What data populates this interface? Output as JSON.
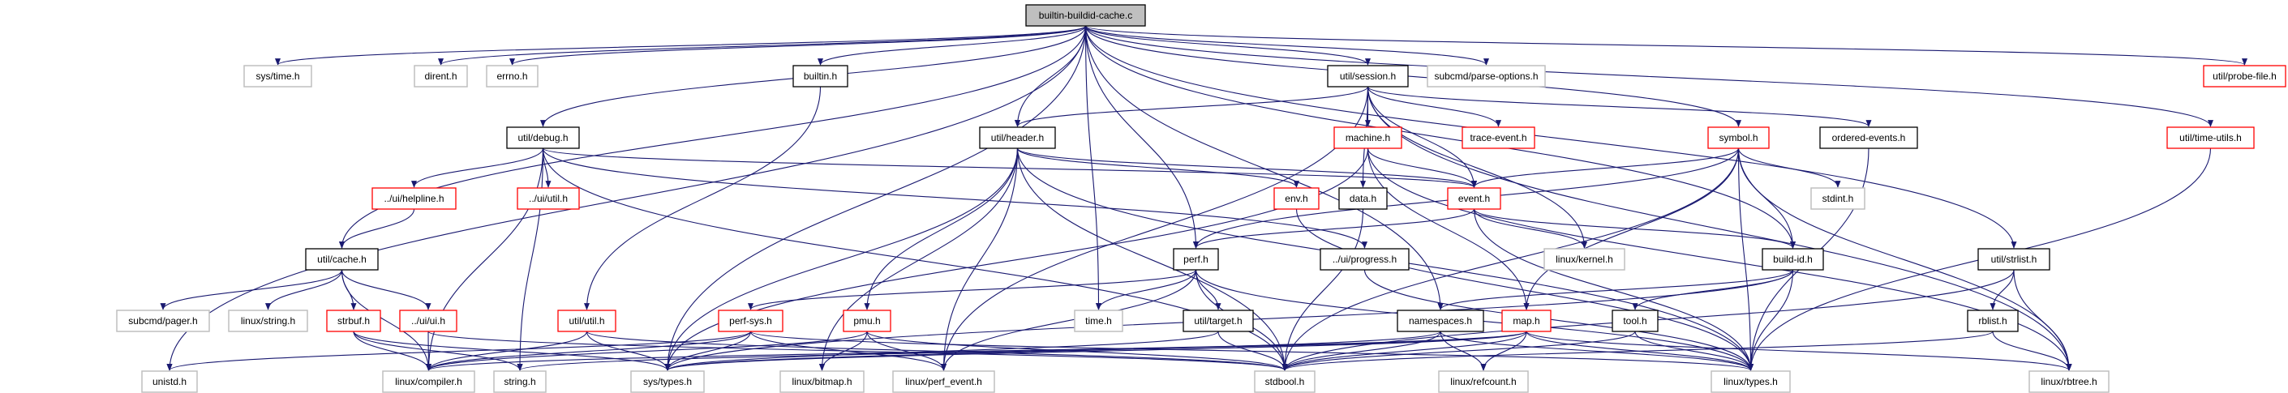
{
  "graph": {
    "root": "builtin-buildid-cache.c",
    "colors": {
      "edge": "#191970",
      "root_fill": "#bfbfbf",
      "documented": "#000000",
      "truncated": "#ff0000",
      "external": "#bfbfbf"
    },
    "nodes": [
      {
        "id": "builtin-buildid-cache.c",
        "style": "root"
      },
      {
        "id": "sys/time.h",
        "style": "external"
      },
      {
        "id": "dirent.h",
        "style": "external"
      },
      {
        "id": "errno.h",
        "style": "external"
      },
      {
        "id": "builtin.h",
        "style": "documented"
      },
      {
        "id": "util/session.h",
        "style": "documented"
      },
      {
        "id": "subcmd/parse-options.h",
        "style": "external"
      },
      {
        "id": "util/probe-file.h",
        "style": "truncated"
      },
      {
        "id": "util/debug.h",
        "style": "documented"
      },
      {
        "id": "util/header.h",
        "style": "documented"
      },
      {
        "id": "machine.h",
        "style": "truncated"
      },
      {
        "id": "trace-event.h",
        "style": "truncated"
      },
      {
        "id": "symbol.h",
        "style": "truncated"
      },
      {
        "id": "ordered-events.h",
        "style": "documented"
      },
      {
        "id": "util/time-utils.h",
        "style": "truncated"
      },
      {
        "id": "../ui/helpline.h",
        "style": "truncated"
      },
      {
        "id": "../ui/util.h",
        "style": "truncated"
      },
      {
        "id": "env.h",
        "style": "truncated"
      },
      {
        "id": "data.h",
        "style": "documented"
      },
      {
        "id": "event.h",
        "style": "truncated"
      },
      {
        "id": "stdint.h",
        "style": "external"
      },
      {
        "id": "util/cache.h",
        "style": "documented"
      },
      {
        "id": "perf.h",
        "style": "documented"
      },
      {
        "id": "../ui/progress.h",
        "style": "documented"
      },
      {
        "id": "linux/kernel.h",
        "style": "external"
      },
      {
        "id": "build-id.h",
        "style": "documented"
      },
      {
        "id": "util/strlist.h",
        "style": "documented"
      },
      {
        "id": "subcmd/pager.h",
        "style": "external"
      },
      {
        "id": "linux/string.h",
        "style": "external"
      },
      {
        "id": "strbuf.h",
        "style": "truncated"
      },
      {
        "id": "../ui/ui.h",
        "style": "truncated"
      },
      {
        "id": "util/util.h",
        "style": "truncated"
      },
      {
        "id": "perf-sys.h",
        "style": "truncated"
      },
      {
        "id": "pmu.h",
        "style": "truncated"
      },
      {
        "id": "time.h",
        "style": "external"
      },
      {
        "id": "util/target.h",
        "style": "documented"
      },
      {
        "id": "namespaces.h",
        "style": "documented"
      },
      {
        "id": "map.h",
        "style": "truncated"
      },
      {
        "id": "tool.h",
        "style": "documented"
      },
      {
        "id": "rblist.h",
        "style": "documented"
      },
      {
        "id": "unistd.h",
        "style": "external"
      },
      {
        "id": "linux/compiler.h",
        "style": "external"
      },
      {
        "id": "string.h",
        "style": "external"
      },
      {
        "id": "sys/types.h",
        "style": "external"
      },
      {
        "id": "linux/bitmap.h",
        "style": "external"
      },
      {
        "id": "linux/perf_event.h",
        "style": "external"
      },
      {
        "id": "stdbool.h",
        "style": "external"
      },
      {
        "id": "linux/refcount.h",
        "style": "external"
      },
      {
        "id": "linux/types.h",
        "style": "external"
      },
      {
        "id": "linux/rbtree.h",
        "style": "external"
      }
    ],
    "edges": [
      [
        "builtin-buildid-cache.c",
        "sys/time.h"
      ],
      [
        "builtin-buildid-cache.c",
        "dirent.h"
      ],
      [
        "builtin-buildid-cache.c",
        "errno.h"
      ],
      [
        "builtin-buildid-cache.c",
        "unistd.h"
      ],
      [
        "builtin-buildid-cache.c",
        "util/debug.h"
      ],
      [
        "builtin-buildid-cache.c",
        "util/cache.h"
      ],
      [
        "builtin-buildid-cache.c",
        "builtin.h"
      ],
      [
        "builtin-buildid-cache.c",
        "util/header.h"
      ],
      [
        "builtin-buildid-cache.c",
        "time.h"
      ],
      [
        "builtin-buildid-cache.c",
        "perf.h"
      ],
      [
        "builtin-buildid-cache.c",
        "sys/types.h"
      ],
      [
        "builtin-buildid-cache.c",
        "namespaces.h"
      ],
      [
        "builtin-buildid-cache.c",
        "util/session.h"
      ],
      [
        "builtin-buildid-cache.c",
        "subcmd/parse-options.h"
      ],
      [
        "builtin-buildid-cache.c",
        "symbol.h"
      ],
      [
        "builtin-buildid-cache.c",
        "build-id.h"
      ],
      [
        "builtin-buildid-cache.c",
        "util/strlist.h"
      ],
      [
        "builtin-buildid-cache.c",
        "util/time-utils.h"
      ],
      [
        "builtin-buildid-cache.c",
        "util/probe-file.h"
      ],
      [
        "builtin.h",
        "util/util.h"
      ],
      [
        "util/session.h",
        "util/header.h"
      ],
      [
        "util/session.h",
        "machine.h"
      ],
      [
        "util/session.h",
        "trace-event.h"
      ],
      [
        "util/session.h",
        "event.h"
      ],
      [
        "util/session.h",
        "data.h"
      ],
      [
        "util/session.h",
        "ordered-events.h"
      ],
      [
        "util/session.h",
        "linux/kernel.h"
      ],
      [
        "util/session.h",
        "linux/rbtree.h"
      ],
      [
        "util/session.h",
        "linux/perf_event.h"
      ],
      [
        "util/debug.h",
        "../ui/helpline.h"
      ],
      [
        "util/debug.h",
        "../ui/util.h"
      ],
      [
        "util/debug.h",
        "string.h"
      ],
      [
        "util/debug.h",
        "linux/compiler.h"
      ],
      [
        "util/debug.h",
        "event.h"
      ],
      [
        "util/debug.h",
        "../ui/progress.h"
      ],
      [
        "util/debug.h",
        "stdbool.h"
      ],
      [
        "../ui/helpline.h",
        "util/cache.h"
      ],
      [
        "util/cache.h",
        "subcmd/pager.h"
      ],
      [
        "util/cache.h",
        "linux/string.h"
      ],
      [
        "util/cache.h",
        "strbuf.h"
      ],
      [
        "util/cache.h",
        "../ui/ui.h"
      ],
      [
        "util/cache.h",
        "linux/compiler.h"
      ],
      [
        "strbuf.h",
        "linux/compiler.h"
      ],
      [
        "strbuf.h",
        "string.h"
      ],
      [
        "strbuf.h",
        "sys/types.h"
      ],
      [
        "../ui/ui.h",
        "linux/compiler.h"
      ],
      [
        "../ui/ui.h",
        "stdbool.h"
      ],
      [
        "util/util.h",
        "linux/compiler.h"
      ],
      [
        "util/util.h",
        "sys/types.h"
      ],
      [
        "util/util.h",
        "stdbool.h"
      ],
      [
        "util/header.h",
        "env.h"
      ],
      [
        "util/header.h",
        "event.h"
      ],
      [
        "util/header.h",
        "linux/types.h"
      ],
      [
        "util/header.h",
        "sys/types.h"
      ],
      [
        "util/header.h",
        "linux/bitmap.h"
      ],
      [
        "util/header.h",
        "pmu.h"
      ],
      [
        "util/header.h",
        "linux/perf_event.h"
      ],
      [
        "util/header.h",
        "stdbool.h"
      ],
      [
        "machine.h",
        "sys/types.h"
      ],
      [
        "machine.h",
        "event.h"
      ],
      [
        "machine.h",
        "map.h"
      ],
      [
        "machine.h",
        "linux/rbtree.h"
      ],
      [
        "event.h",
        "perf.h"
      ],
      [
        "event.h",
        "linux/kernel.h"
      ],
      [
        "event.h",
        "build-id.h"
      ],
      [
        "event.h",
        "linux/types.h"
      ],
      [
        "env.h",
        "linux/types.h"
      ],
      [
        "data.h",
        "stdbool.h"
      ],
      [
        "symbol.h",
        "event.h"
      ],
      [
        "symbol.h",
        "perf.h"
      ],
      [
        "symbol.h",
        "map.h"
      ],
      [
        "symbol.h",
        "build-id.h"
      ],
      [
        "symbol.h",
        "stdint.h"
      ],
      [
        "symbol.h",
        "linux/types.h"
      ],
      [
        "symbol.h",
        "stdbool.h"
      ],
      [
        "symbol.h",
        "linux/rbtree.h"
      ],
      [
        "ordered-events.h",
        "linux/types.h"
      ],
      [
        "util/time-utils.h",
        "linux/types.h"
      ],
      [
        "perf.h",
        "perf-sys.h"
      ],
      [
        "perf.h",
        "time.h"
      ],
      [
        "perf.h",
        "util/target.h"
      ],
      [
        "perf.h",
        "stdbool.h"
      ],
      [
        "perf.h",
        "linux/types.h"
      ],
      [
        "perf.h",
        "linux/perf_event.h"
      ],
      [
        "../ui/progress.h",
        "linux/types.h"
      ],
      [
        "build-id.h",
        "namespaces.h"
      ],
      [
        "build-id.h",
        "tool.h"
      ],
      [
        "build-id.h",
        "linux/types.h"
      ],
      [
        "build-id.h",
        "sys/types.h"
      ],
      [
        "util/strlist.h",
        "rblist.h"
      ],
      [
        "util/strlist.h",
        "linux/rbtree.h"
      ],
      [
        "util/strlist.h",
        "stdbool.h"
      ],
      [
        "perf-sys.h",
        "unistd.h"
      ],
      [
        "perf-sys.h",
        "sys/types.h"
      ],
      [
        "perf-sys.h",
        "linux/types.h"
      ],
      [
        "perf-sys.h",
        "linux/compiler.h"
      ],
      [
        "perf-sys.h",
        "linux/perf_event.h"
      ],
      [
        "pmu.h",
        "linux/bitmap.h"
      ],
      [
        "pmu.h",
        "linux/perf_event.h"
      ],
      [
        "pmu.h",
        "stdbool.h"
      ],
      [
        "pmu.h",
        "linux/compiler.h"
      ],
      [
        "util/target.h",
        "stdbool.h"
      ],
      [
        "util/target.h",
        "sys/types.h"
      ],
      [
        "namespaces.h",
        "sys/types.h"
      ],
      [
        "namespaces.h",
        "linux/refcount.h"
      ],
      [
        "namespaces.h",
        "linux/types.h"
      ],
      [
        "namespaces.h",
        "stdbool.h"
      ],
      [
        "map.h",
        "linux/refcount.h"
      ],
      [
        "map.h",
        "linux/compiler.h"
      ],
      [
        "map.h",
        "linux/rbtree.h"
      ],
      [
        "map.h",
        "linux/types.h"
      ],
      [
        "map.h",
        "stdbool.h"
      ],
      [
        "map.h",
        "sys/types.h"
      ],
      [
        "map.h",
        "string.h"
      ],
      [
        "tool.h",
        "linux/types.h"
      ],
      [
        "tool.h",
        "stdbool.h"
      ],
      [
        "rblist.h",
        "linux/rbtree.h"
      ],
      [
        "rblist.h",
        "stdbool.h"
      ]
    ]
  }
}
